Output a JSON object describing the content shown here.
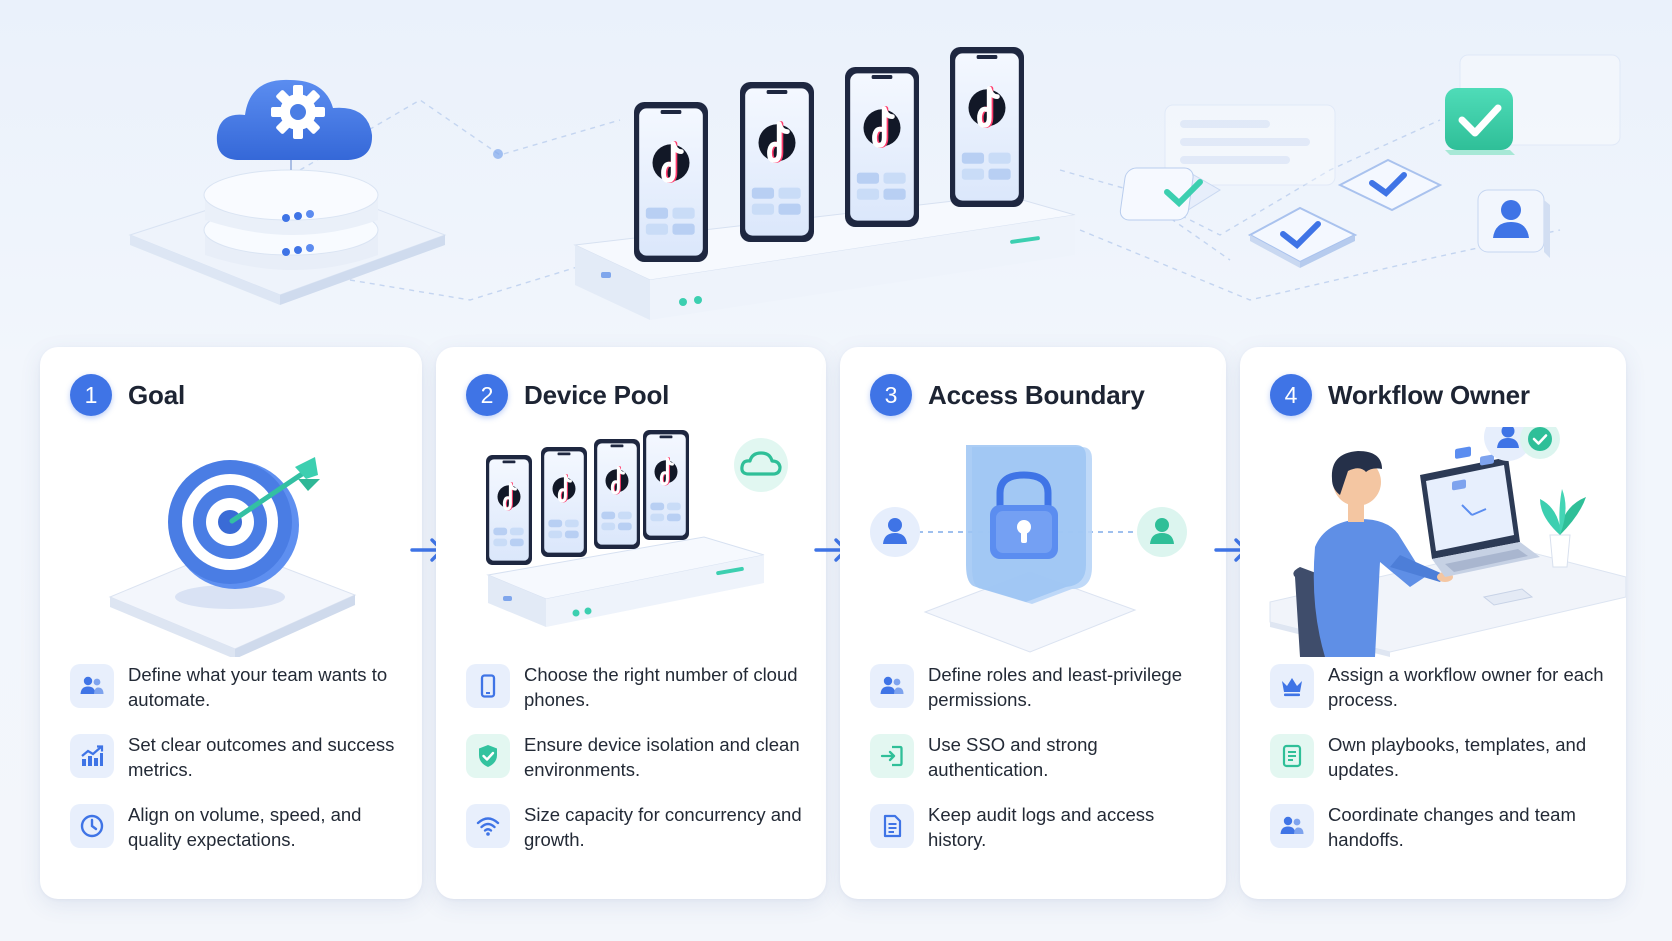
{
  "cards": [
    {
      "number": "1",
      "title": "Goal",
      "items": [
        {
          "icon": "team-icon",
          "text": "Define what your team wants to automate."
        },
        {
          "icon": "growth-chart-icon",
          "text": "Set clear outcomes and success metrics."
        },
        {
          "icon": "clock-icon",
          "text": "Align on volume, speed, and quality expectations."
        }
      ]
    },
    {
      "number": "2",
      "title": "Device Pool",
      "items": [
        {
          "icon": "smartphone-icon",
          "text": "Choose the right number of cloud phones."
        },
        {
          "icon": "shield-check-icon",
          "text": "Ensure device isolation and clean environments."
        },
        {
          "icon": "wifi-icon",
          "text": "Size capacity for concurrency and growth."
        }
      ]
    },
    {
      "number": "3",
      "title": "Access Boundary",
      "items": [
        {
          "icon": "users-icon",
          "text": "Define roles and least-privilege permissions."
        },
        {
          "icon": "sign-in-icon",
          "text": "Use SSO and strong authentication."
        },
        {
          "icon": "document-icon",
          "text": "Keep audit logs and access history."
        }
      ]
    },
    {
      "number": "4",
      "title": "Workflow Owner",
      "items": [
        {
          "icon": "crown-icon",
          "text": "Assign a workflow owner for each process."
        },
        {
          "icon": "checklist-icon",
          "text": "Own playbooks, templates, and updates."
        },
        {
          "icon": "team-icon",
          "text": "Coordinate changes and team handoffs."
        }
      ]
    }
  ],
  "colors": {
    "accent_blue": "#3f74e6",
    "accent_teal": "#3ccfb0",
    "text_dark": "#1d2433",
    "background": "#f2f6fc"
  }
}
